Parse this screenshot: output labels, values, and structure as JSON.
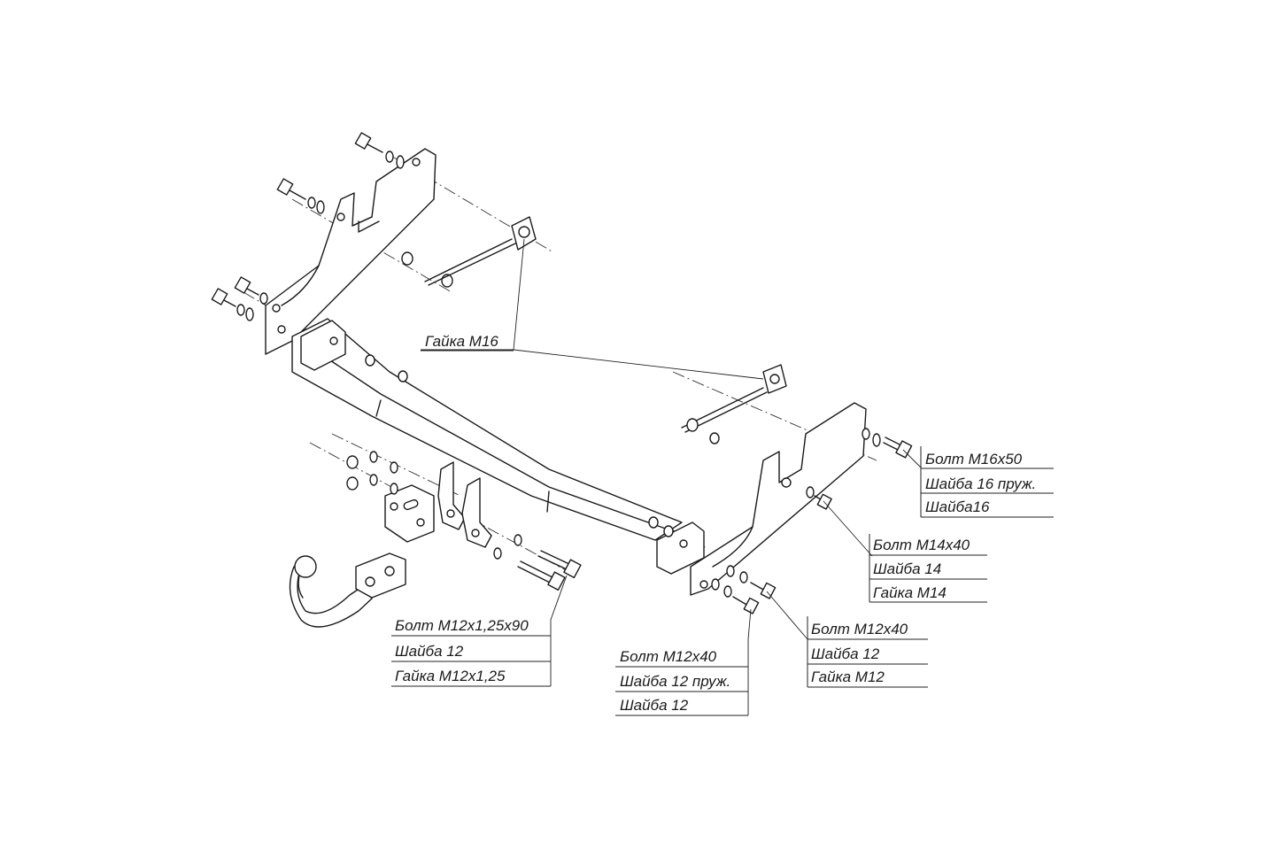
{
  "labels": {
    "nut_m16": "Гайка М16",
    "group_right_top": [
      "Болт М16х50",
      "Шайба 16 пруж.",
      "Шайба16"
    ],
    "group_right_mid": [
      "Болт М14х40",
      "Шайба 14",
      "Гайка М14"
    ],
    "group_right_low": [
      "Болт М12х40",
      "Шайба 12",
      "Гайка М12"
    ],
    "group_center_low": [
      "Болт М12х40",
      "Шайба 12 пруж.",
      "Шайба 12"
    ],
    "group_left_low": [
      "Болт М12х1,25х90",
      "Шайба 12",
      "Гайка М12х1,25"
    ]
  }
}
